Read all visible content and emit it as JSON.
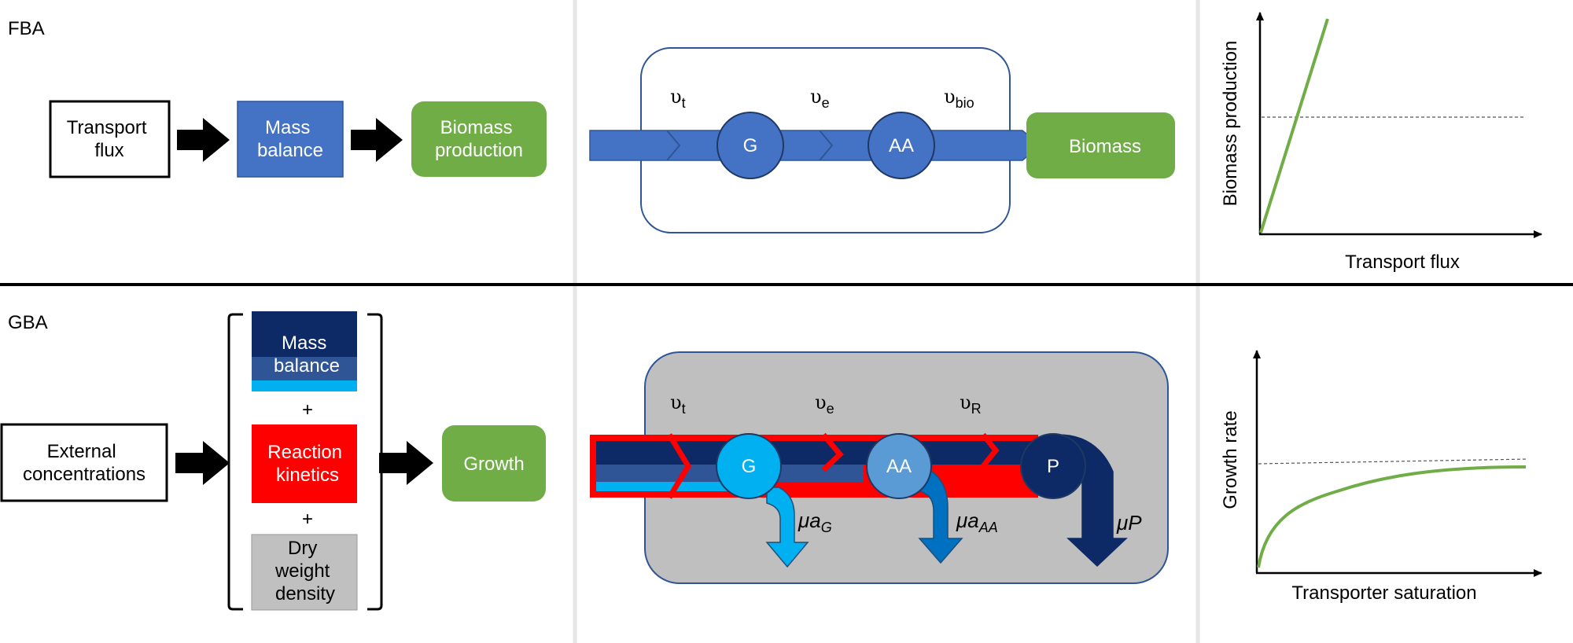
{
  "rows": {
    "fba": {
      "label": "FBA",
      "flow": {
        "box1": [
          "Transport",
          "flux"
        ],
        "box2": [
          "Mass",
          "balance"
        ],
        "box3": [
          "Biomass",
          "production"
        ]
      },
      "network": {
        "rates": {
          "t": {
            "base": "υ",
            "sub": "t"
          },
          "e": {
            "base": "υ",
            "sub": "e"
          },
          "bio": {
            "base": "υ",
            "sub": "bio"
          }
        },
        "nodes": [
          "G",
          "AA"
        ],
        "output": "Biomass"
      },
      "plot": {
        "xlabel": "Transport flux",
        "ylabel": "Biomass production"
      }
    },
    "gba": {
      "label": "GBA",
      "flow": {
        "input": [
          "External",
          "concentrations"
        ],
        "mass_balance": [
          "Mass",
          "balance"
        ],
        "plus1": "+",
        "kinetics": [
          "Reaction",
          "kinetics"
        ],
        "plus2": "+",
        "density": [
          "Dry",
          "weight",
          "density"
        ],
        "output": "Growth"
      },
      "network": {
        "rates": {
          "t": {
            "base": "υ",
            "sub": "t"
          },
          "e": {
            "base": "υ",
            "sub": "e"
          },
          "R": {
            "base": "υ",
            "sub": "R"
          }
        },
        "nodes": [
          "G",
          "AA",
          "P"
        ],
        "dilutions": {
          "g": {
            "mu": "μa",
            "sub": "G"
          },
          "aa": {
            "mu": "μa",
            "sub": "AA"
          },
          "p": {
            "mu": "μ",
            "main": "P"
          }
        }
      },
      "plot": {
        "xlabel": "Transporter saturation",
        "ylabel": "Growth rate"
      }
    }
  },
  "colors": {
    "blue": "#4472C4",
    "navy": "#0E2A66",
    "mid_blue": "#2F5597",
    "cyan": "#00B0F0",
    "light_blue": "#5B9BD5",
    "node_g_gba": "#00B0F0",
    "node_aa_gba": "#5B9BD5",
    "red": "#FF0000",
    "green": "#70AD47",
    "gray": "#C0C0C0",
    "panel_gray": "#BFBFBF"
  }
}
